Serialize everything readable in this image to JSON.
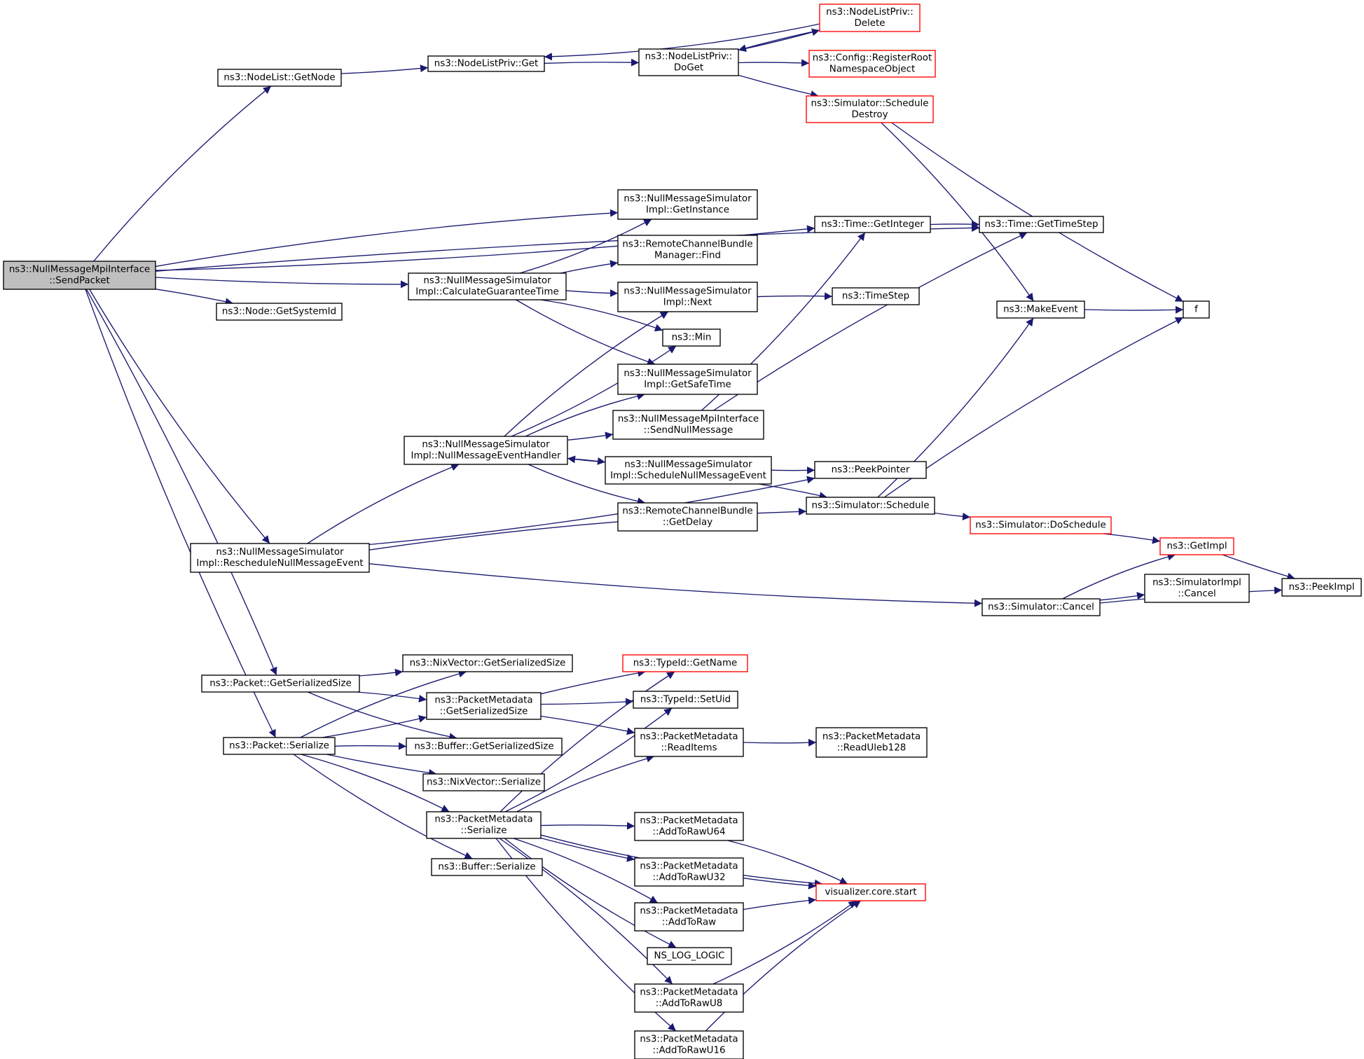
{
  "colors": {
    "edge": "#191970",
    "node_border": "#000000",
    "external_border": "#ff0000",
    "root_fill": "#bfbfbf",
    "node_fill": "#ffffff"
  },
  "nodes": [
    {
      "id": "root",
      "lines": [
        "ns3::NullMessageMpiInterface",
        "::SendPacket"
      ],
      "kind": "root"
    },
    {
      "id": "getnode",
      "lines": [
        "ns3::NodeList::GetNode"
      ],
      "kind": "normal"
    },
    {
      "id": "nlpget",
      "lines": [
        "ns3::NodeListPriv::Get"
      ],
      "kind": "normal"
    },
    {
      "id": "nlpdoget",
      "lines": [
        "ns3::NodeListPriv::",
        "DoGet"
      ],
      "kind": "normal"
    },
    {
      "id": "nlpdelete",
      "lines": [
        "ns3::NodeListPriv::",
        "Delete"
      ],
      "kind": "external"
    },
    {
      "id": "cfgreg",
      "lines": [
        "ns3::Config::RegisterRoot",
        "NamespaceObject"
      ],
      "kind": "external"
    },
    {
      "id": "schedestroy",
      "lines": [
        "ns3::Simulator::Schedule",
        "Destroy"
      ],
      "kind": "external"
    },
    {
      "id": "getinstance",
      "lines": [
        "ns3::NullMessageSimulator",
        "Impl::GetInstance"
      ],
      "kind": "normal"
    },
    {
      "id": "timegetint",
      "lines": [
        "ns3::Time::GetInteger"
      ],
      "kind": "normal"
    },
    {
      "id": "timegetstep",
      "lines": [
        "ns3::Time::GetTimeStep"
      ],
      "kind": "normal"
    },
    {
      "id": "rcbfind",
      "lines": [
        "ns3::RemoteChannelBundle",
        "Manager::Find"
      ],
      "kind": "normal"
    },
    {
      "id": "calcguar",
      "lines": [
        "ns3::NullMessageSimulator",
        "Impl::CalculateGuaranteeTime"
      ],
      "kind": "normal"
    },
    {
      "id": "nmsnext",
      "lines": [
        "ns3::NullMessageSimulator",
        "Impl::Next"
      ],
      "kind": "normal"
    },
    {
      "id": "timestep",
      "lines": [
        "ns3::TimeStep"
      ],
      "kind": "normal"
    },
    {
      "id": "getsysid",
      "lines": [
        "ns3::Node::GetSystemId"
      ],
      "kind": "normal"
    },
    {
      "id": "min",
      "lines": [
        "ns3::Min"
      ],
      "kind": "normal"
    },
    {
      "id": "makeevent",
      "lines": [
        "ns3::MakeEvent"
      ],
      "kind": "normal"
    },
    {
      "id": "f",
      "lines": [
        "f"
      ],
      "kind": "normal"
    },
    {
      "id": "getsafetime",
      "lines": [
        "ns3::NullMessageSimulator",
        "Impl::GetSafeTime"
      ],
      "kind": "normal"
    },
    {
      "id": "sendnullmsg",
      "lines": [
        "ns3::NullMessageMpiInterface",
        "::SendNullMessage"
      ],
      "kind": "normal"
    },
    {
      "id": "nmeventhandler",
      "lines": [
        "ns3::NullMessageSimulator",
        "Impl::NullMessageEventHandler"
      ],
      "kind": "normal"
    },
    {
      "id": "schednullmsg",
      "lines": [
        "ns3::NullMessageSimulator",
        "Impl::ScheduleNullMessageEvent"
      ],
      "kind": "normal"
    },
    {
      "id": "peekptr",
      "lines": [
        "ns3::PeekPointer"
      ],
      "kind": "normal"
    },
    {
      "id": "simschedule",
      "lines": [
        "ns3::Simulator::Schedule"
      ],
      "kind": "normal"
    },
    {
      "id": "rcbgetdelay",
      "lines": [
        "ns3::RemoteChannelBundle",
        "::GetDelay"
      ],
      "kind": "normal"
    },
    {
      "id": "resched",
      "lines": [
        "ns3::NullMessageSimulator",
        "Impl::RescheduleNullMessageEvent"
      ],
      "kind": "normal"
    },
    {
      "id": "doschedule",
      "lines": [
        "ns3::Simulator::DoSchedule"
      ],
      "kind": "external"
    },
    {
      "id": "getimpl",
      "lines": [
        "ns3::GetImpl"
      ],
      "kind": "external"
    },
    {
      "id": "simimplcancel",
      "lines": [
        "ns3::SimulatorImpl",
        "::Cancel"
      ],
      "kind": "normal"
    },
    {
      "id": "peekimpl",
      "lines": [
        "ns3::PeekImpl"
      ],
      "kind": "normal"
    },
    {
      "id": "simcancel",
      "lines": [
        "ns3::Simulator::Cancel"
      ],
      "kind": "normal"
    },
    {
      "id": "nixgetser",
      "lines": [
        "ns3::NixVector::GetSerializedSize"
      ],
      "kind": "normal"
    },
    {
      "id": "pktgetser",
      "lines": [
        "ns3::Packet::GetSerializedSize"
      ],
      "kind": "normal"
    },
    {
      "id": "typeidgetname",
      "lines": [
        "ns3::TypeId::GetName"
      ],
      "kind": "external"
    },
    {
      "id": "pmgetser",
      "lines": [
        "ns3::PacketMetadata",
        "::GetSerializedSize"
      ],
      "kind": "normal"
    },
    {
      "id": "typeidsetuid",
      "lines": [
        "ns3::TypeId::SetUid"
      ],
      "kind": "normal"
    },
    {
      "id": "pmreaditems",
      "lines": [
        "ns3::PacketMetadata",
        "::ReadItems"
      ],
      "kind": "normal"
    },
    {
      "id": "pmreaduleb",
      "lines": [
        "ns3::PacketMetadata",
        "::ReadUleb128"
      ],
      "kind": "normal"
    },
    {
      "id": "pktserialize",
      "lines": [
        "ns3::Packet::Serialize"
      ],
      "kind": "normal"
    },
    {
      "id": "bufgetser",
      "lines": [
        "ns3::Buffer::GetSerializedSize"
      ],
      "kind": "normal"
    },
    {
      "id": "nixserialize",
      "lines": [
        "ns3::NixVector::Serialize"
      ],
      "kind": "normal"
    },
    {
      "id": "pmserialize",
      "lines": [
        "ns3::PacketMetadata",
        "::Serialize"
      ],
      "kind": "normal"
    },
    {
      "id": "pmaddu64",
      "lines": [
        "ns3::PacketMetadata",
        "::AddToRawU64"
      ],
      "kind": "normal"
    },
    {
      "id": "pmaddu32",
      "lines": [
        "ns3::PacketMetadata",
        "::AddToRawU32"
      ],
      "kind": "normal"
    },
    {
      "id": "vizstart",
      "lines": [
        "visualizer.core.start"
      ],
      "kind": "external"
    },
    {
      "id": "bufserialize",
      "lines": [
        "ns3::Buffer::Serialize"
      ],
      "kind": "normal"
    },
    {
      "id": "pmaddraw",
      "lines": [
        "ns3::PacketMetadata",
        "::AddToRaw"
      ],
      "kind": "normal"
    },
    {
      "id": "nslogic",
      "lines": [
        "NS_LOG_LOGIC"
      ],
      "kind": "normal"
    },
    {
      "id": "pmaddu8",
      "lines": [
        "ns3::PacketMetadata",
        "::AddToRawU8"
      ],
      "kind": "normal"
    },
    {
      "id": "pmaddu16",
      "lines": [
        "ns3::PacketMetadata",
        "::AddToRawU16"
      ],
      "kind": "normal"
    }
  ],
  "edges": [
    [
      "root",
      "getnode"
    ],
    [
      "getnode",
      "nlpget"
    ],
    [
      "nlpget",
      "nlpdoget"
    ],
    [
      "nlpdoget",
      "nlpdelete"
    ],
    [
      "nlpdelete",
      "nlpget"
    ],
    [
      "nlpdelete",
      "nlpdoget"
    ],
    [
      "nlpdoget",
      "cfgreg"
    ],
    [
      "nlpdoget",
      "schedestroy"
    ],
    [
      "schedestroy",
      "makeevent"
    ],
    [
      "schedestroy",
      "f"
    ],
    [
      "root",
      "timegetstep"
    ],
    [
      "root",
      "timegetint"
    ],
    [
      "root",
      "getinstance"
    ],
    [
      "root",
      "calcguar"
    ],
    [
      "root",
      "getsysid"
    ],
    [
      "root",
      "resched"
    ],
    [
      "root",
      "pktgetser"
    ],
    [
      "root",
      "pktserialize"
    ],
    [
      "timegetint",
      "timegetstep"
    ],
    [
      "calcguar",
      "getinstance"
    ],
    [
      "calcguar",
      "rcbfind"
    ],
    [
      "calcguar",
      "nmsnext"
    ],
    [
      "calcguar",
      "min"
    ],
    [
      "calcguar",
      "getsafetime"
    ],
    [
      "nmsnext",
      "timestep"
    ],
    [
      "makeevent",
      "f"
    ],
    [
      "nmeventhandler",
      "nmsnext"
    ],
    [
      "nmeventhandler",
      "min"
    ],
    [
      "nmeventhandler",
      "getsafetime"
    ],
    [
      "nmeventhandler",
      "sendnullmsg"
    ],
    [
      "nmeventhandler",
      "schednullmsg"
    ],
    [
      "nmeventhandler",
      "rcbgetdelay"
    ],
    [
      "schednullmsg",
      "nmeventhandler"
    ],
    [
      "schednullmsg",
      "peekptr"
    ],
    [
      "schednullmsg",
      "simschedule"
    ],
    [
      "sendnullmsg",
      "timegetint"
    ],
    [
      "sendnullmsg",
      "timegetstep"
    ],
    [
      "simschedule",
      "makeevent"
    ],
    [
      "simschedule",
      "f"
    ],
    [
      "simschedule",
      "doschedule"
    ],
    [
      "doschedule",
      "getimpl"
    ],
    [
      "getimpl",
      "peekimpl"
    ],
    [
      "resched",
      "nmeventhandler"
    ],
    [
      "resched",
      "peekptr"
    ],
    [
      "resched",
      "simschedule"
    ],
    [
      "resched",
      "simcancel"
    ],
    [
      "simcancel",
      "getimpl"
    ],
    [
      "simcancel",
      "simimplcancel"
    ],
    [
      "simcancel",
      "peekimpl"
    ],
    [
      "pktgetser",
      "nixgetser"
    ],
    [
      "pktgetser",
      "pmgetser"
    ],
    [
      "pktgetser",
      "bufgetser"
    ],
    [
      "pmgetser",
      "typeidgetname"
    ],
    [
      "pmgetser",
      "typeidsetuid"
    ],
    [
      "pmgetser",
      "pmreaditems"
    ],
    [
      "pmreaditems",
      "pmreaduleb"
    ],
    [
      "pktserialize",
      "nixgetser"
    ],
    [
      "pktserialize",
      "pmgetser"
    ],
    [
      "pktserialize",
      "bufgetser"
    ],
    [
      "pktserialize",
      "nixserialize"
    ],
    [
      "pktserialize",
      "pmserialize"
    ],
    [
      "pktserialize",
      "bufserialize"
    ],
    [
      "pmserialize",
      "typeidgetname"
    ],
    [
      "pmserialize",
      "typeidsetuid"
    ],
    [
      "pmserialize",
      "pmreaditems"
    ],
    [
      "pmserialize",
      "vizstart"
    ],
    [
      "pmserialize",
      "pmaddu64"
    ],
    [
      "pmserialize",
      "pmaddu32"
    ],
    [
      "pmserialize",
      "pmaddraw"
    ],
    [
      "pmserialize",
      "nslogic"
    ],
    [
      "pmserialize",
      "pmaddu8"
    ],
    [
      "pmserialize",
      "pmaddu16"
    ],
    [
      "pmaddu64",
      "vizstart"
    ],
    [
      "pmaddu32",
      "vizstart"
    ],
    [
      "pmaddraw",
      "vizstart"
    ],
    [
      "pmaddu8",
      "vizstart"
    ],
    [
      "pmaddu16",
      "vizstart"
    ]
  ]
}
